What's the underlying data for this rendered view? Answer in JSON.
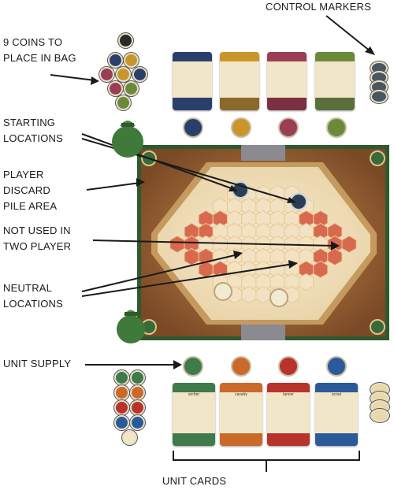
{
  "labels": {
    "control_markers": "CONTROL MARKERS",
    "coins": "9 COINS TO\nPLACE IN BAG",
    "starting": "STARTING\nLOCATIONS",
    "discard": "PLAYER\nDISCARD\nPILE AREA",
    "not_used": "NOT USED IN\nTWO PLAYER",
    "neutral": "NEUTRAL\nLOCATIONS",
    "unit_supply": "UNIT SUPPLY",
    "unit_cards": "UNIT CARDS"
  },
  "cards": {
    "top": [
      {
        "band": "#2b3f6b",
        "bottom": "#2b3f6b"
      },
      {
        "band": "#c9962b",
        "bottom": "#8a6a2a"
      },
      {
        "band": "#9a3d55",
        "bottom": "#7a3041"
      },
      {
        "band": "#6a8a3a",
        "bottom": "#5a6f3a"
      }
    ],
    "bottom": [
      {
        "name": "archer",
        "band": "#3f7a4a",
        "bottom": "#3f7a4a"
      },
      {
        "name": "cavalry",
        "band": "#c96a2b",
        "bottom": "#c96a2b"
      },
      {
        "name": "lancer",
        "band": "#b8332b",
        "bottom": "#b8332b"
      },
      {
        "name": "scout",
        "band": "#2b5a9a",
        "bottom": "#2b5a9a"
      }
    ]
  },
  "colors": {
    "board_green": "#2f5a2f",
    "wood": "#8a5a30",
    "hex_cream": "#f3e2c2",
    "hex_red": "#d9694e",
    "bag_green": "#3f7a3a"
  }
}
